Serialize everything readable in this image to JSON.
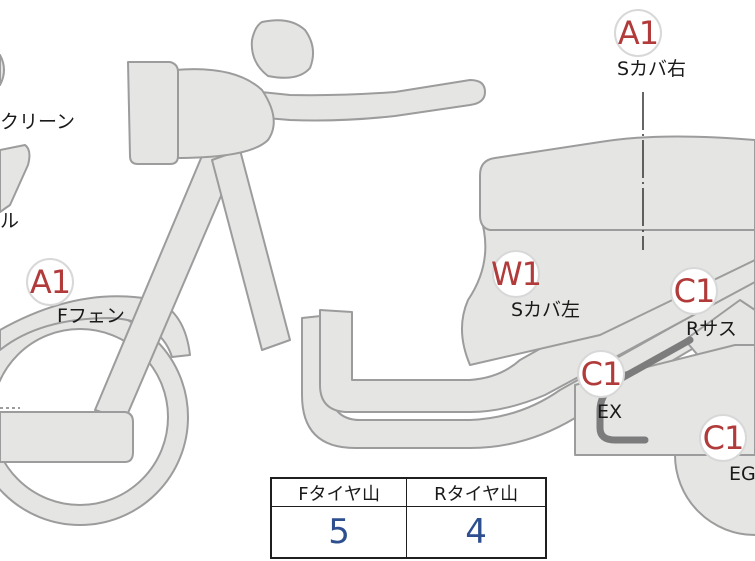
{
  "labels": {
    "screen_partial": "クリーン",
    "handle_partial": "ル",
    "f_fender": "Fフェン",
    "s_cover_left": "Sカバ左",
    "s_cover_right": "Sカバ右",
    "r_suspension": "Rサス",
    "exhaust": "EX",
    "engine_partial": "EG"
  },
  "badges": {
    "f_fender": "A1",
    "s_cover_left": "W1",
    "s_cover_right": "A1",
    "r_suspension": "C1",
    "exhaust": "C1",
    "engine": "C1"
  },
  "colors": {
    "body_fill": "#e5e5e3",
    "outline": "#9c9c9c",
    "badge_text": "#b13a3a",
    "value_text": "#2e4f8f"
  },
  "tire_table": {
    "headers": [
      "Fタイヤ山",
      "Rタイヤ山"
    ],
    "values": [
      "5",
      "4"
    ]
  }
}
